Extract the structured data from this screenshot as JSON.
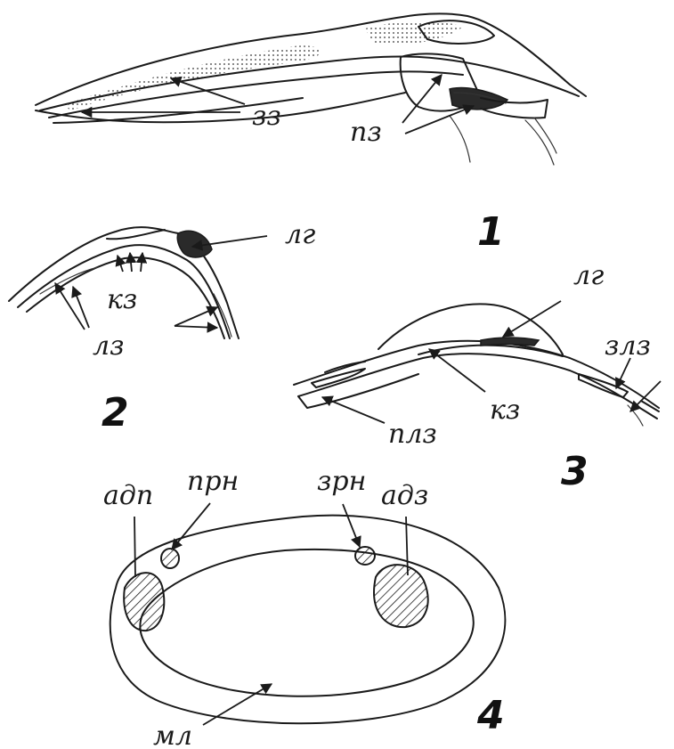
{
  "panels": [
    {
      "number": "1",
      "labels": {
        "zz": "зз",
        "pz": "пз"
      }
    },
    {
      "number": "2",
      "labels": {
        "lg": "лг",
        "kz": "кз",
        "lz": "лз"
      }
    },
    {
      "number": "3",
      "labels": {
        "lg": "лг",
        "zlz": "злз",
        "kz": "кз",
        "plz": "плз"
      }
    },
    {
      "number": "4",
      "labels": {
        "adp": "адп",
        "prn": "прн",
        "zrn": "зрн",
        "adz": "адз",
        "ml": "мл"
      }
    }
  ]
}
